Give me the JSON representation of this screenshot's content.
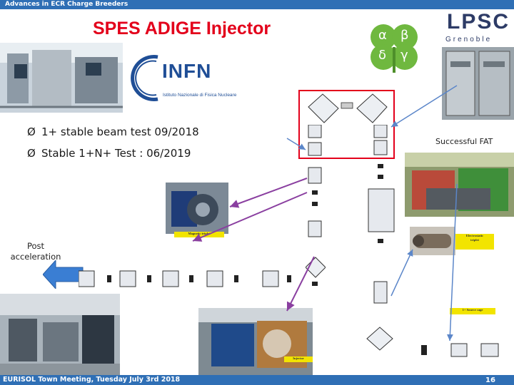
{
  "header": {
    "topbar_title": "Advances in ECR Charge Breeders",
    "slide_title": "SPES ADIGE Injector"
  },
  "logos": {
    "infn_text": "INFN",
    "infn_subtitle": "Istituto Nazionale di Fisica Nucleare",
    "clover_letters": [
      "α",
      "β",
      "δ",
      "γ"
    ],
    "lpsc_text": "LPSC",
    "lpsc_subtitle": "Grenoble"
  },
  "bullets": [
    {
      "arrow": "Ø",
      "text": "1+ stable beam test 09/2018"
    },
    {
      "arrow": "Ø",
      "text": "Stable 1+N+ Test : 06/2019"
    }
  ],
  "labels": {
    "successful_fat": "Successful FAT",
    "post_acceleration_line1": "Post",
    "post_acceleration_line2": "acceleration"
  },
  "tags": {
    "magnetic_triplet": "Magnetic triplet",
    "electrostatic_triplet_line1": "Electrostatic",
    "electrostatic_triplet_line2": "triplet",
    "source_cage": "1+ Source cage",
    "injector": "Injector"
  },
  "footer": {
    "event": "EURISOL Town Meeting, Tuesday July 3rd 2018",
    "page_number": "16"
  },
  "colors": {
    "brand_blue": "#2f6fb5",
    "title_red": "#e3001b",
    "tag_yellow": "#f2e400",
    "arrow_purple": "#8a3fa0"
  }
}
